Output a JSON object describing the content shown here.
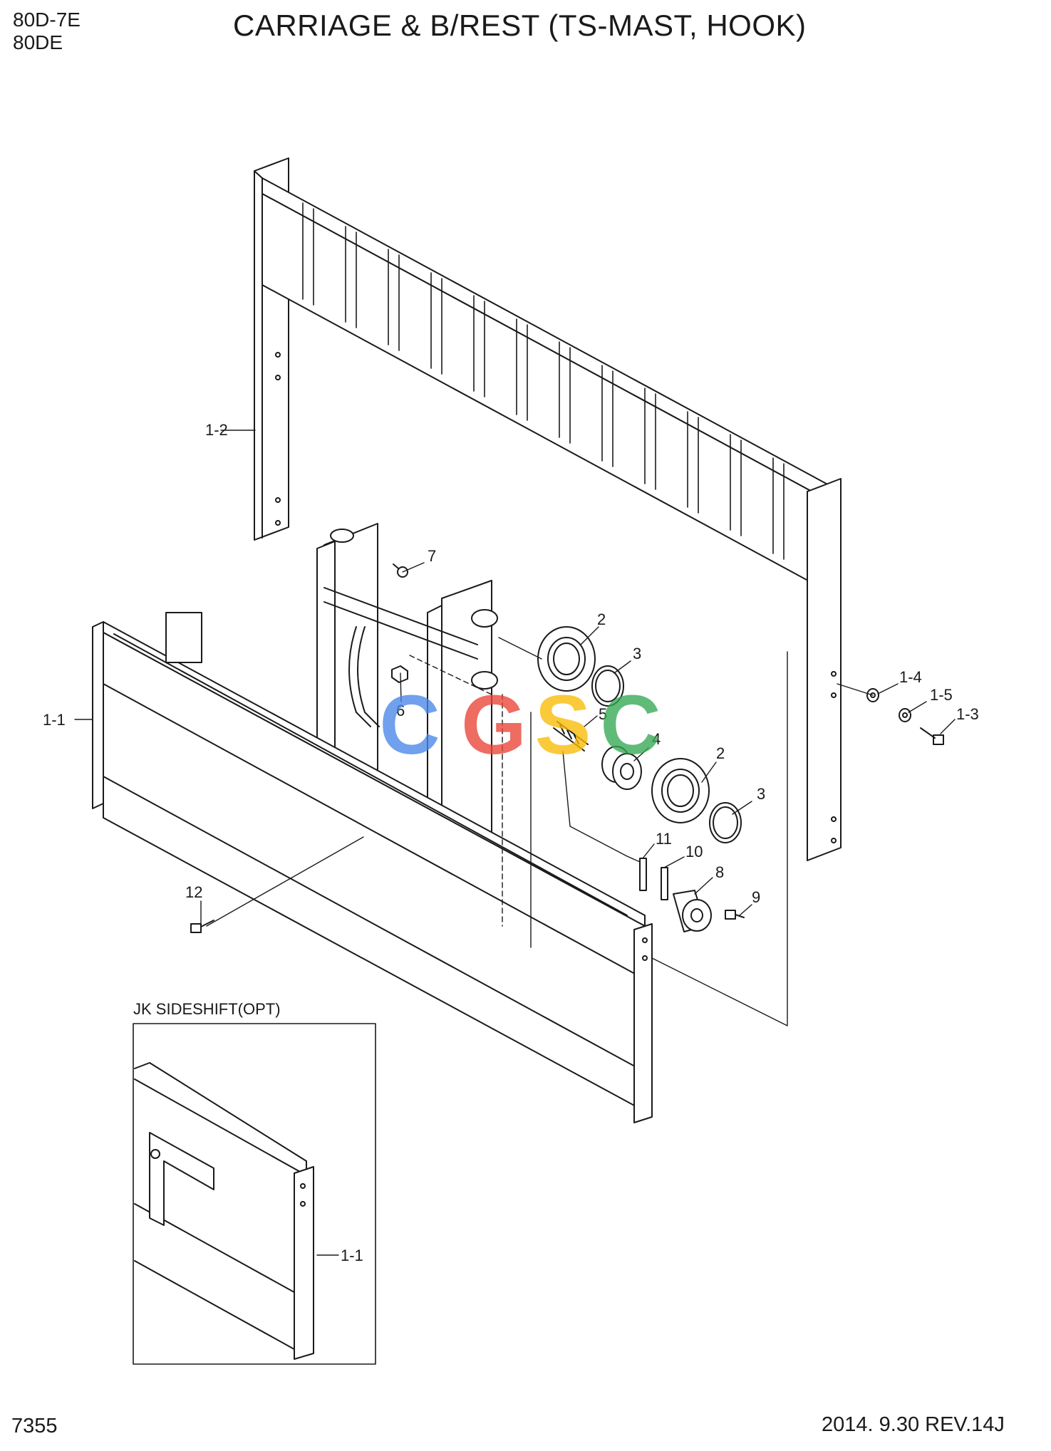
{
  "header": {
    "models": [
      "80D-7E",
      "80DE"
    ],
    "title": "CARRIAGE & B/REST (TS-MAST, HOOK)"
  },
  "footer": {
    "page_number": "7355",
    "revision": "2014. 9.30  REV.14J"
  },
  "inset": {
    "label": "JK SIDESHIFT(OPT)",
    "callout": "1-1"
  },
  "callouts": {
    "c1_2": "1-2",
    "c1_1": "1-1",
    "c1_3": "1-3",
    "c1_4": "1-4",
    "c1_5": "1-5",
    "c2a": "2",
    "c2b": "2",
    "c3a": "3",
    "c3b": "3",
    "c4": "4",
    "c5": "5",
    "c6": "6",
    "c7": "7",
    "c8": "8",
    "c9": "9",
    "c10": "10",
    "c11": "11",
    "c12": "12"
  },
  "watermark": {
    "letters": [
      "C",
      "G",
      "S",
      "C"
    ],
    "colors": [
      "#4a86e8",
      "#ea4335",
      "#fbbc05",
      "#34a853"
    ]
  }
}
